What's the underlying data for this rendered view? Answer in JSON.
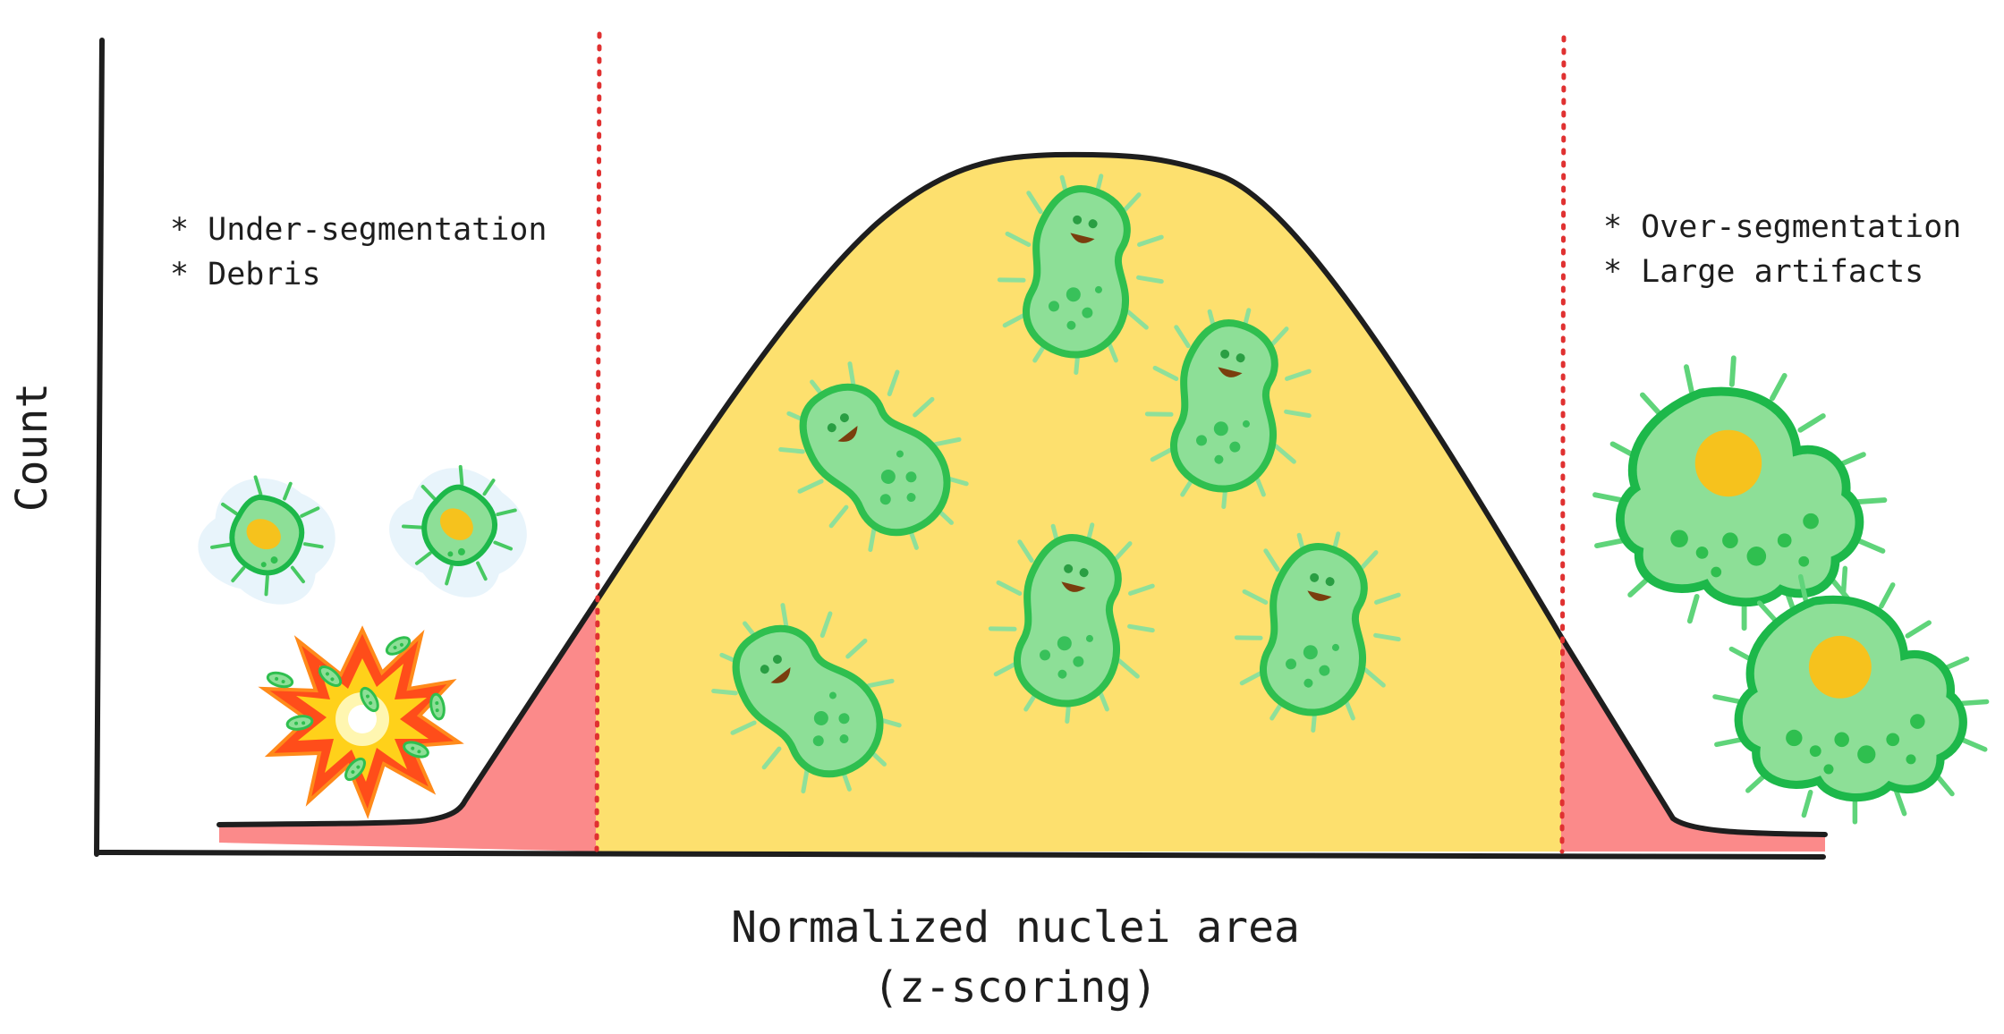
{
  "axes": {
    "y_label": "Count",
    "x_label_line1": "Normalized nuclei area",
    "x_label_line2": "(z-scoring)"
  },
  "annotations": {
    "left": [
      "* Under-segmentation",
      "* Debris"
    ],
    "right": [
      "* Over-segmentation",
      "* Large artifacts"
    ]
  },
  "regions": {
    "left_tail": "excluded",
    "center": "kept",
    "right_tail": "excluded"
  },
  "colors": {
    "kept_fill": "#fde06e",
    "excluded_fill": "#fb8a8a",
    "threshold_line": "#e03131",
    "cell_body": "#8ddf97",
    "cell_outline": "#2fbf4f",
    "nucleus": "#f6c21d",
    "axis": "#1e1e1e"
  },
  "icons": [
    "under-segmented-cell-icon",
    "debris-explosion-icon",
    "normal-cell-icon",
    "large-artifact-cell-icon"
  ]
}
